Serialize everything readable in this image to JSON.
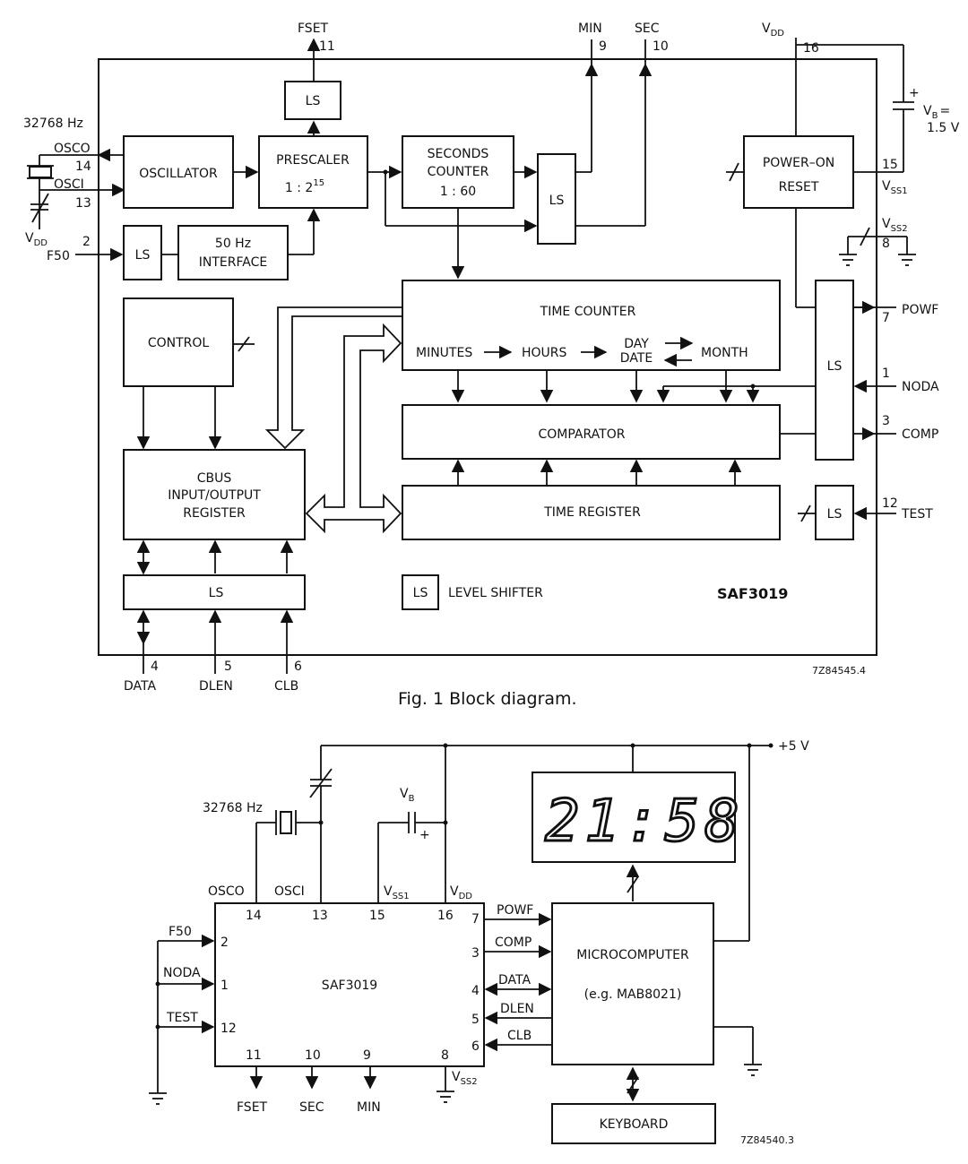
{
  "fig1": {
    "caption": "Fig. 1  Block diagram.",
    "drawing_code": "7Z84545.4",
    "chip_name": "SAF3019",
    "crystal_freq": "32768 Hz",
    "blocks": {
      "ls": "LS",
      "oscillator": "OSCILLATOR",
      "prescaler_1": "PRESCALER",
      "prescaler_2": "1 : 2",
      "prescaler_exp": "15",
      "seconds_1": "SECONDS",
      "seconds_2": "COUNTER",
      "seconds_3": "1 : 60",
      "poweron_1": "POWER–ON",
      "poweron_2": "RESET",
      "interface_1": "50 Hz",
      "interface_2": "INTERFACE",
      "control": "CONTROL",
      "time_counter": "TIME COUNTER",
      "minutes": "MINUTES",
      "hours": "HOURS",
      "day": "DAY",
      "date": "DATE",
      "month": "MONTH",
      "comparator": "COMPARATOR",
      "cbus_1": "CBUS",
      "cbus_2": "INPUT/OUTPUT",
      "cbus_3": "REGISTER",
      "time_register": "TIME REGISTER",
      "legend_ls": "LS",
      "legend_text": "LEVEL SHIFTER"
    },
    "pins": {
      "fset": "FSET",
      "fset_n": "11",
      "min": "MIN",
      "min_n": "9",
      "sec": "SEC",
      "sec_n": "10",
      "vdd": "V",
      "vdd_sub": "DD",
      "vdd_n": "16",
      "vb": "V",
      "vb_sub": "B",
      "vb_eq": "=",
      "vb_val": "1.5 V",
      "osco": "OSCO",
      "osco_n": "14",
      "osci": "OSCI",
      "osci_n": "13",
      "vdd_left": "V",
      "vdd_left_sub": "DD",
      "f50": "F50",
      "f50_n": "2",
      "vss1": "V",
      "vss1_sub": "SS1",
      "vss1_n": "15",
      "vss2": "V",
      "vss2_sub": "SS2",
      "vss2_n": "8",
      "powf": "POWF",
      "powf_n": "7",
      "noda": "NODA",
      "noda_n": "1",
      "comp": "COMP",
      "comp_n": "3",
      "test": "TEST",
      "test_n": "12",
      "data": "DATA",
      "data_n": "4",
      "dlen": "DLEN",
      "dlen_n": "5",
      "clb": "CLB",
      "clb_n": "6"
    }
  },
  "fig2": {
    "drawing_code": "7Z84540.3",
    "supply": "+5 V",
    "crystal_freq": "32768 Hz",
    "vb": "V",
    "vb_sub": "B",
    "plus": "+",
    "display_digits": "21:58",
    "chip_name": "SAF3019",
    "micro_1": "MICROCOMPUTER",
    "micro_2": "(e.g. MAB8021)",
    "keyboard": "KEYBOARD",
    "pins": {
      "osco": "OSCO",
      "osco_n": "14",
      "osci": "OSCI",
      "osci_n": "13",
      "vss1": "V",
      "vss1_sub": "SS1",
      "vss1_n": "15",
      "vdd": "V",
      "vdd_sub": "DD",
      "vdd_n": "16",
      "f50": "F50",
      "f50_n": "2",
      "noda": "NODA",
      "noda_n": "1",
      "test": "TEST",
      "test_n": "12",
      "powf": "POWF",
      "powf_n": "7",
      "comp": "COMP",
      "comp_n": "3",
      "data": "DATA",
      "data_n": "4",
      "dlen": "DLEN",
      "dlen_n": "5",
      "clb": "CLB",
      "clb_n": "6",
      "fset": "FSET",
      "fset_n": "11",
      "sec": "SEC",
      "sec_n": "10",
      "min": "MIN",
      "min_n": "9",
      "vss2": "V",
      "vss2_sub": "SS2",
      "vss2_n": "8"
    }
  }
}
